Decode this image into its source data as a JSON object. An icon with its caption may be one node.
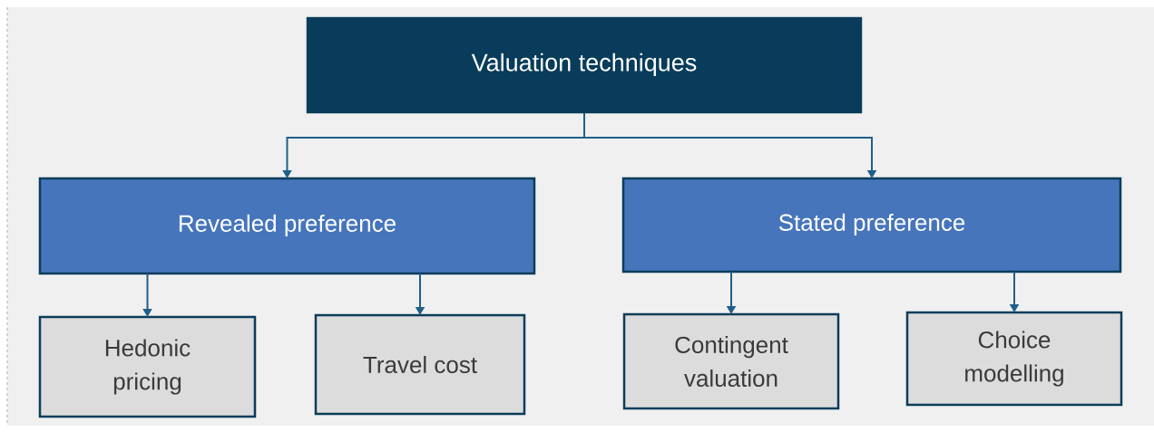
{
  "diagram": {
    "nodes": [
      {
        "text": [
          "Valuation techniques"
        ]
      },
      {
        "text": [
          "Revealed preference"
        ]
      },
      {
        "text": [
          "Stated preference"
        ]
      },
      {
        "text": [
          "Hedonic pricing"
        ]
      },
      {
        "text": [
          "Travel cost"
        ]
      },
      {
        "text": [
          "Contingent valuation"
        ]
      },
      {
        "text": [
          "Choice modelling"
        ]
      }
    ],
    "edges": [
      {
        "from": 0,
        "to": 1,
        "arrow": "to"
      },
      {
        "from": 0,
        "to": 2,
        "arrow": "to"
      },
      {
        "from": 1,
        "to": 3,
        "arrow": "to"
      },
      {
        "from": 1,
        "to": 4,
        "arrow": "to"
      },
      {
        "from": 2,
        "to": 5,
        "arrow": "to"
      },
      {
        "from": 2,
        "to": 6,
        "arrow": "to"
      }
    ]
  }
}
